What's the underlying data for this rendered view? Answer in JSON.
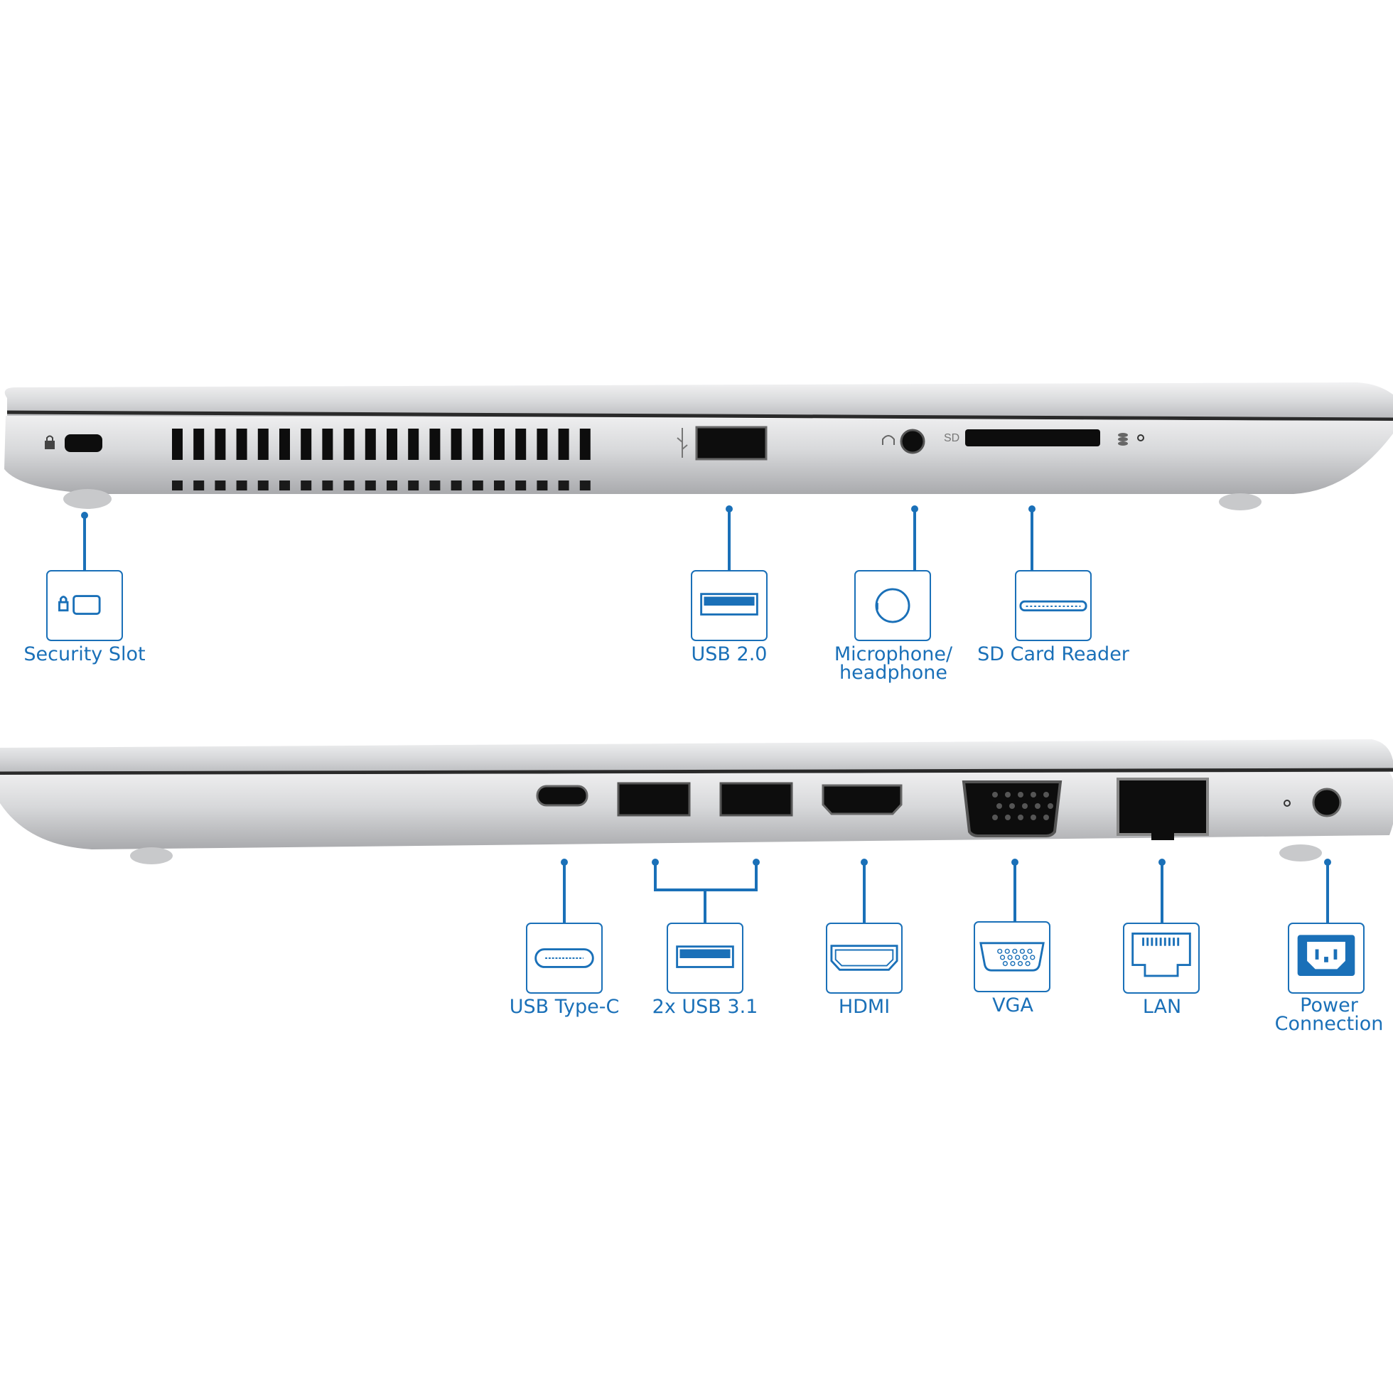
{
  "colors": {
    "accent": "#1a70b8",
    "silver": "#c9cacc",
    "port": "#0d0d0d"
  },
  "sides": [
    {
      "side": "left",
      "callouts": [
        {
          "id": "security",
          "label": "Security Slot",
          "icon": "lock-slot-icon"
        },
        {
          "id": "usb20",
          "label": "USB 2.0",
          "icon": "usb-a-icon"
        },
        {
          "id": "audio",
          "label": "Microphone/\nheadphone",
          "icon": "audio-jack-icon"
        },
        {
          "id": "sd",
          "label": "SD Card Reader",
          "icon": "sd-card-icon"
        }
      ],
      "chassis_text": [
        "SD"
      ]
    },
    {
      "side": "right",
      "callouts": [
        {
          "id": "usbc",
          "label": "USB Type-C",
          "icon": "usb-c-icon"
        },
        {
          "id": "usb31",
          "label": "2x USB 3.1",
          "icon": "usb-a-icon"
        },
        {
          "id": "hdmi",
          "label": "HDMI",
          "icon": "hdmi-icon"
        },
        {
          "id": "vga",
          "label": "VGA",
          "icon": "vga-icon"
        },
        {
          "id": "lan",
          "label": "LAN",
          "icon": "ethernet-icon"
        },
        {
          "id": "power",
          "label": "Power\nConnection",
          "icon": "power-plug-icon"
        }
      ]
    }
  ]
}
